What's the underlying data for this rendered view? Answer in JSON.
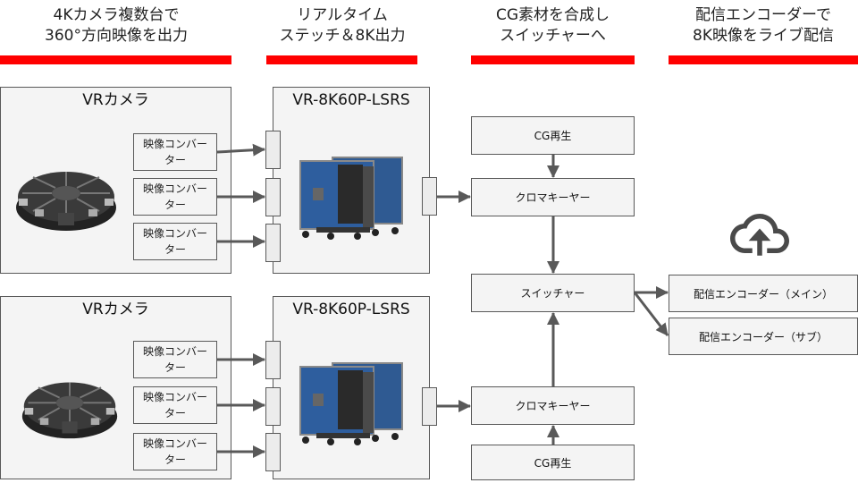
{
  "headers": [
    {
      "text": "4Kカメラ複数台で\n360°方向映像を出力"
    },
    {
      "text": "リアルタイム\nステッチ＆8K出力"
    },
    {
      "text": "CG素材を合成し\nスイッチャーへ"
    },
    {
      "text": "配信エンコーダーで\n8K映像をライブ配信"
    }
  ],
  "accent_color": "#ff0000",
  "rows": [
    {
      "camera": {
        "title": "VRカメラ",
        "icon": "vr-camera-rig-icon"
      },
      "converters": [
        "映像コンバーター",
        "映像コンバーター",
        "映像コンバーター"
      ],
      "stitcher": {
        "title": "VR-8K60P-LSRS",
        "icon": "flight-case-icon"
      },
      "chroma_keyer": "クロマキーヤー",
      "cg_player": "CG再生"
    },
    {
      "camera": {
        "title": "VRカメラ",
        "icon": "vr-camera-rig-icon"
      },
      "converters": [
        "映像コンバーター",
        "映像コンバーター",
        "映像コンバーター"
      ],
      "stitcher": {
        "title": "VR-8K60P-LSRS",
        "icon": "flight-case-icon"
      },
      "chroma_keyer": "クロマキーヤー",
      "cg_player": "CG再生"
    }
  ],
  "switcher": "スイッチャー",
  "encoders": [
    "配信エンコーダー（メイン）",
    "配信エンコーダー（サブ）"
  ],
  "cloud_icon": "cloud-upload-icon"
}
